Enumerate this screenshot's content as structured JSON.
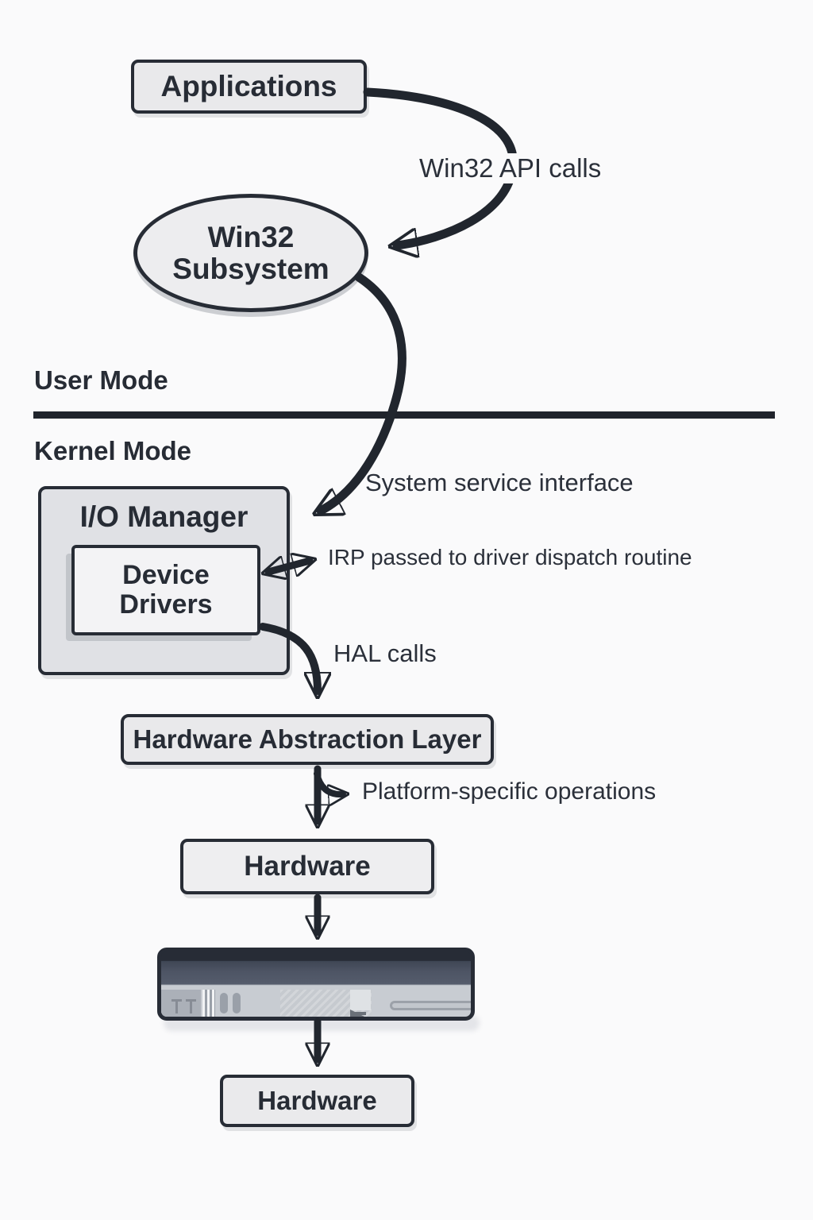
{
  "zones": {
    "user_mode_label": "User Mode",
    "kernel_mode_label": "Kernel Mode"
  },
  "nodes": {
    "applications": {
      "label": "Applications"
    },
    "win32_subsystem": {
      "line1": "Win32",
      "line2": "Subsystem"
    },
    "io_manager": {
      "label": "I/O Manager"
    },
    "device_drivers": {
      "line1": "Device",
      "line2": "Drivers"
    },
    "hal": {
      "label": "Hardware Abstraction Layer"
    },
    "hardware_upper": {
      "label": "Hardware"
    },
    "hardware_lower": {
      "label": "Hardware"
    }
  },
  "edge_labels": {
    "win32_api_calls": "Win32 API calls",
    "system_service_interface": "System service interface",
    "irp_passed": "IRP passed to driver dispatch routine",
    "hal_calls": "HAL calls",
    "platform_specific": "Platform-specific operations"
  },
  "colors": {
    "ink": "#272c35",
    "arrow": "#21262e",
    "box_fill": "#e9e9eb",
    "io_manager_fill": "#e0e1e5",
    "inner_box_fill": "#f3f3f5",
    "background": "#fafafb",
    "divider": "#20242c",
    "photo_dark": "#272c36",
    "photo_mid": "#4d5464",
    "photo_light": "#c8ccd2"
  }
}
